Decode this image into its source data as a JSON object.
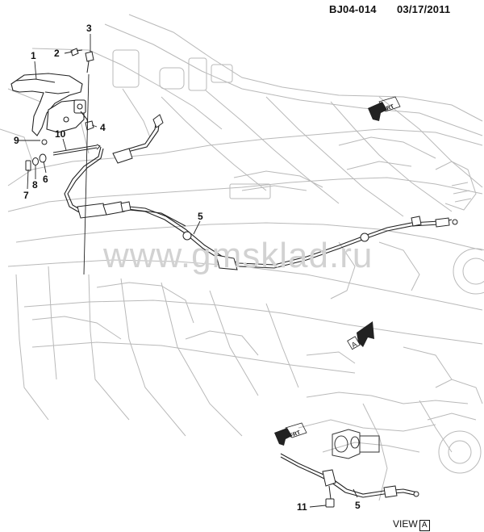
{
  "header": {
    "code": "BJ04-014",
    "date": "03/17/2011"
  },
  "watermark": "www.gmsklad.ru",
  "callouts": [
    {
      "id": "c1",
      "label": "1"
    },
    {
      "id": "c2",
      "label": "2"
    },
    {
      "id": "c3",
      "label": "3"
    },
    {
      "id": "c4",
      "label": "4"
    },
    {
      "id": "c5a",
      "label": "5"
    },
    {
      "id": "c5b",
      "label": "5"
    },
    {
      "id": "c6",
      "label": "6"
    },
    {
      "id": "c7",
      "label": "7"
    },
    {
      "id": "c8",
      "label": "8"
    },
    {
      "id": "c9",
      "label": "9"
    },
    {
      "id": "c10",
      "label": "10"
    },
    {
      "id": "c11",
      "label": "11"
    }
  ],
  "direction_markers": [
    {
      "label": "FRT"
    },
    {
      "label": "FRT"
    }
  ],
  "view_marker": {
    "prefix": "VIEW",
    "letter": "A"
  },
  "view_arrow_letter": "A",
  "colors": {
    "line": "#222222",
    "chassis": "#b9b9b9",
    "watermark": "#d2d2d2"
  }
}
